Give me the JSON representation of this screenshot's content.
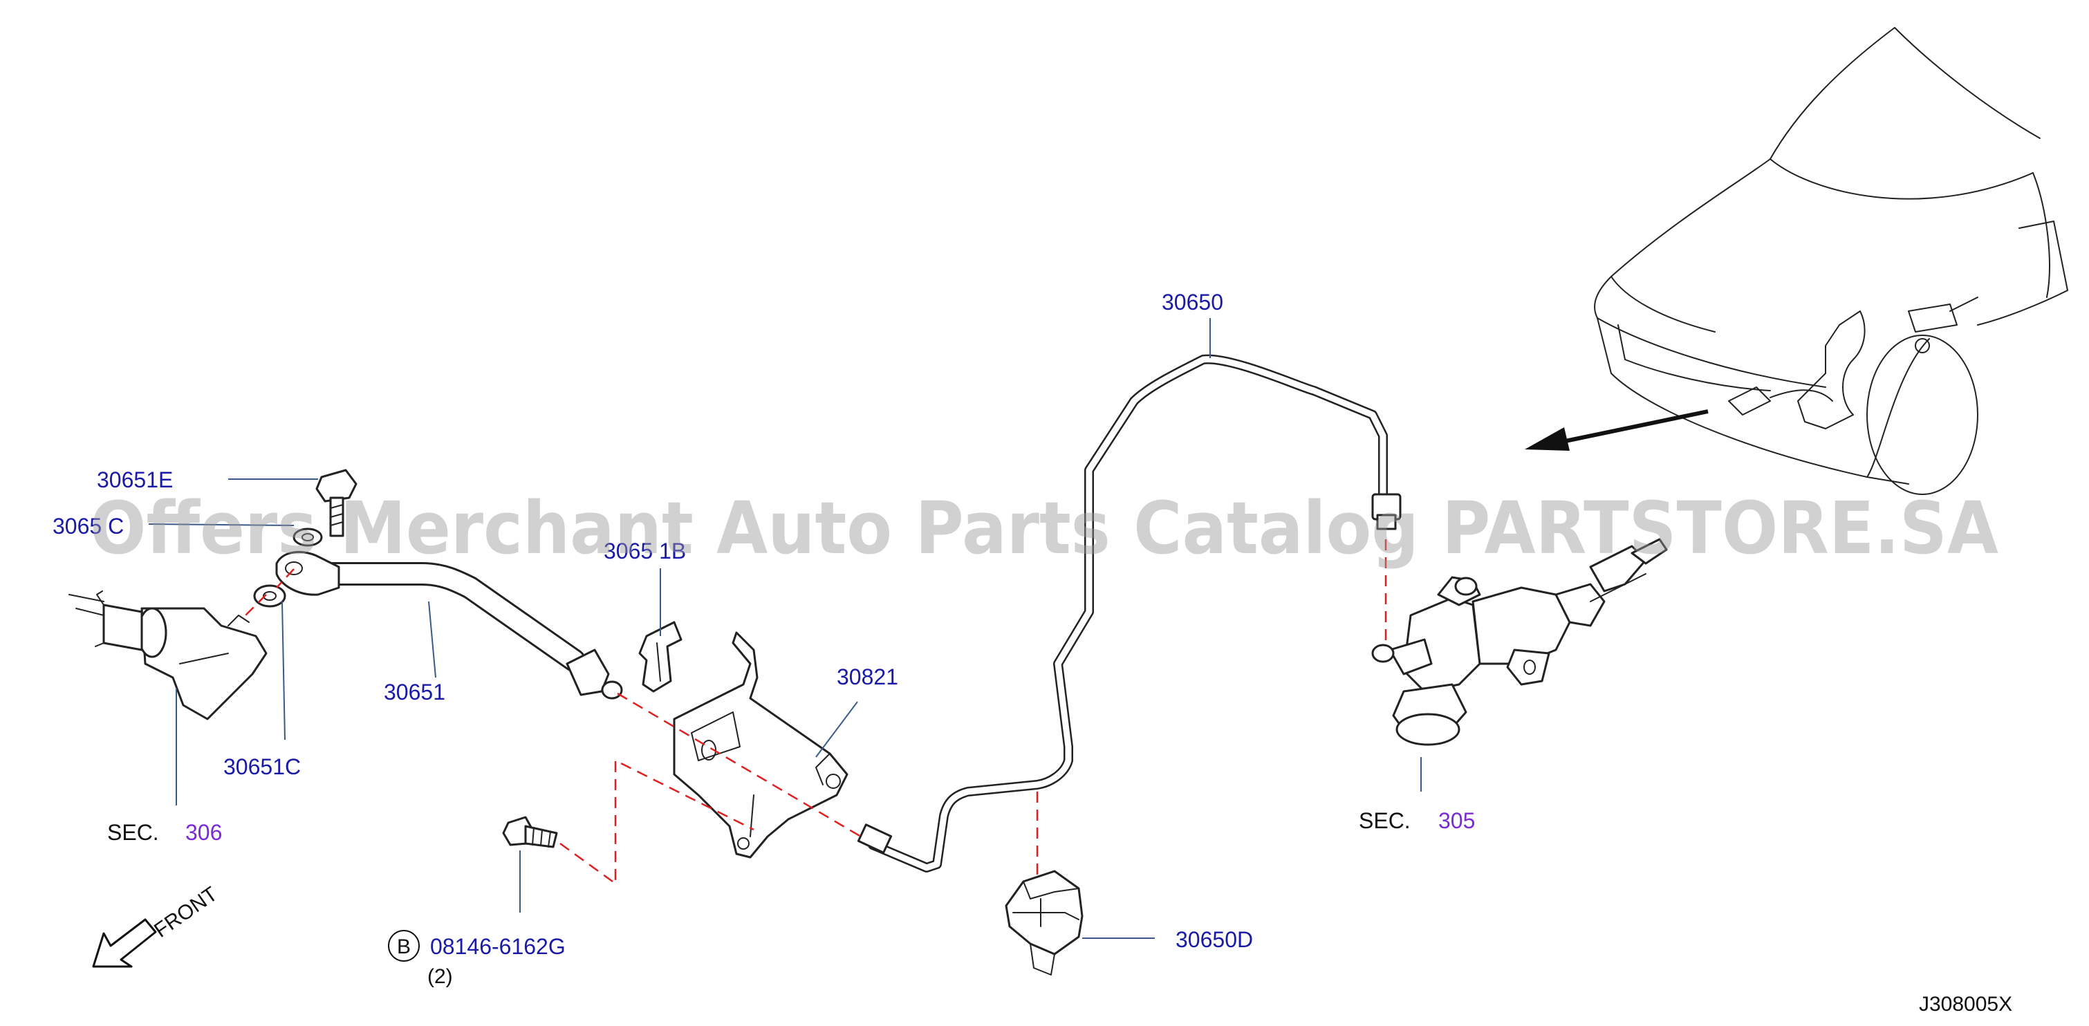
{
  "labels": {
    "p30650": "30650",
    "p30651E": "30651E",
    "p30651C_top": "3065 C",
    "p30651B": "3065 1B",
    "p30651": "30651",
    "p30651C": "30651C",
    "p30821": "30821",
    "p30650D": "30650D",
    "bolt": "08146-6162G",
    "bolt_qty": "(2)",
    "bolt_callout": "B",
    "sec_left_prefix": "SEC.",
    "sec_left_num": "306",
    "sec_right_prefix": "SEC.",
    "sec_right_num": "305",
    "front": "FRONT",
    "diagram_code": "J308005X"
  },
  "watermark": "Offers Merchant Auto Parts Catalog PARTSTORE.SA",
  "icons": {
    "front_arrow": "front-direction-arrow-icon",
    "vehicle": "vehicle-outline-icon"
  },
  "colors": {
    "part_label": "#1a1aa8",
    "section_link": "#7a2ad6",
    "dashed_guide": "#e02020",
    "leader_line": "#3a5a8a"
  }
}
